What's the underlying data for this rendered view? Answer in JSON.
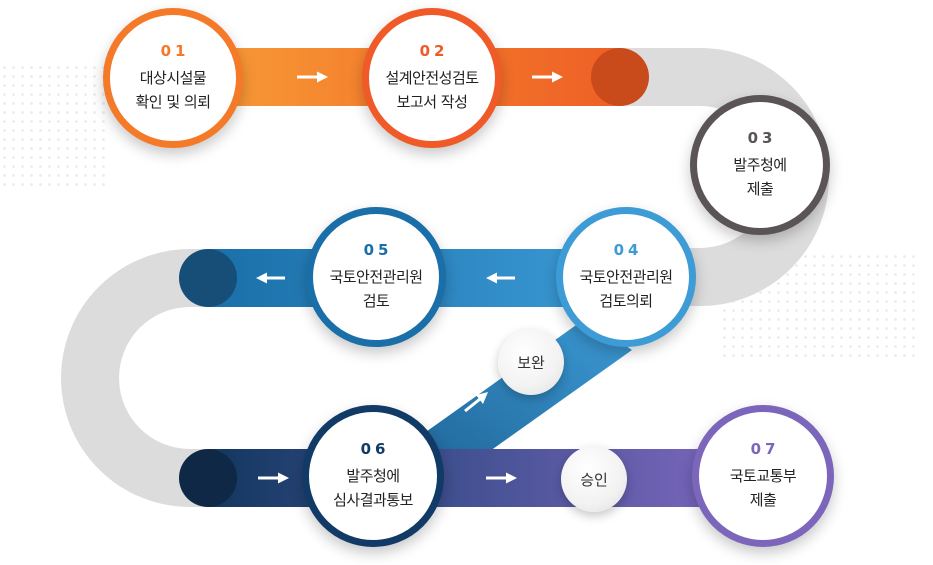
{
  "steps": [
    {
      "num": "01",
      "line1": "대상시설물",
      "line2": "확인 및 의뢰",
      "color": "#F47A2A"
    },
    {
      "num": "02",
      "line1": "설계안전성검토",
      "line2": "보고서 작성",
      "color": "#EF5A28"
    },
    {
      "num": "03",
      "line1": "발주청에",
      "line2": "제출",
      "color": "#5A5456"
    },
    {
      "num": "04",
      "line1": "국토안전관리원",
      "line2": "검토의뢰",
      "color": "#3D9BD6"
    },
    {
      "num": "05",
      "line1": "국토안전관리원",
      "line2": "검토",
      "color": "#1A6FA8"
    },
    {
      "num": "06",
      "line1": "발주청에",
      "line2": "심사결과통보",
      "color": "#123A66"
    },
    {
      "num": "07",
      "line1": "국토교통부",
      "line2": "제출",
      "color": "#7B66BC"
    }
  ],
  "badges": {
    "supplement": "보완",
    "approval": "승인"
  },
  "colors": {
    "orange_light": "#F7A13A",
    "orange_dark": "#EE5F26",
    "blue_light": "#3D9BD6",
    "blue_mid": "#1A6FA8",
    "navy": "#12375F",
    "purple": "#7B66BC",
    "track_gray": "#DCDCDC"
  }
}
